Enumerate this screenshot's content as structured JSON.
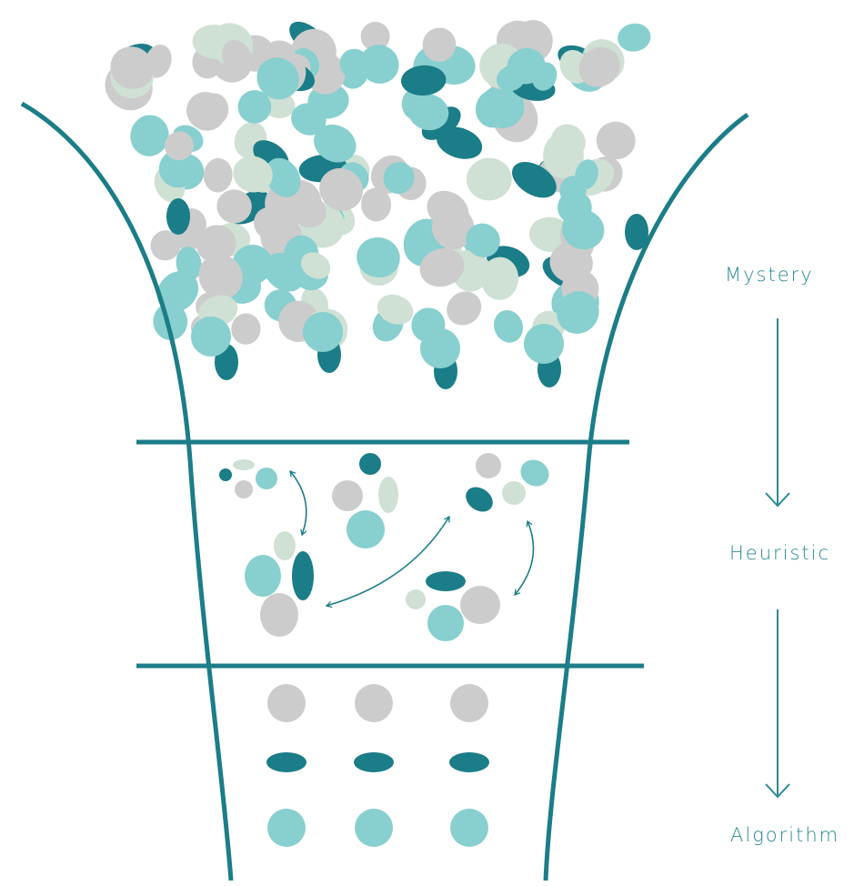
{
  "colors": {
    "teal_dark": "#1b7d87",
    "teal_light": "#88cfcf",
    "gray": "#cccccc",
    "sage": "#cfe0d4",
    "label": "#2a8a95"
  },
  "stages": [
    {
      "label": "Mystery"
    },
    {
      "label": "Heuristic"
    },
    {
      "label": "Algorithm"
    }
  ]
}
